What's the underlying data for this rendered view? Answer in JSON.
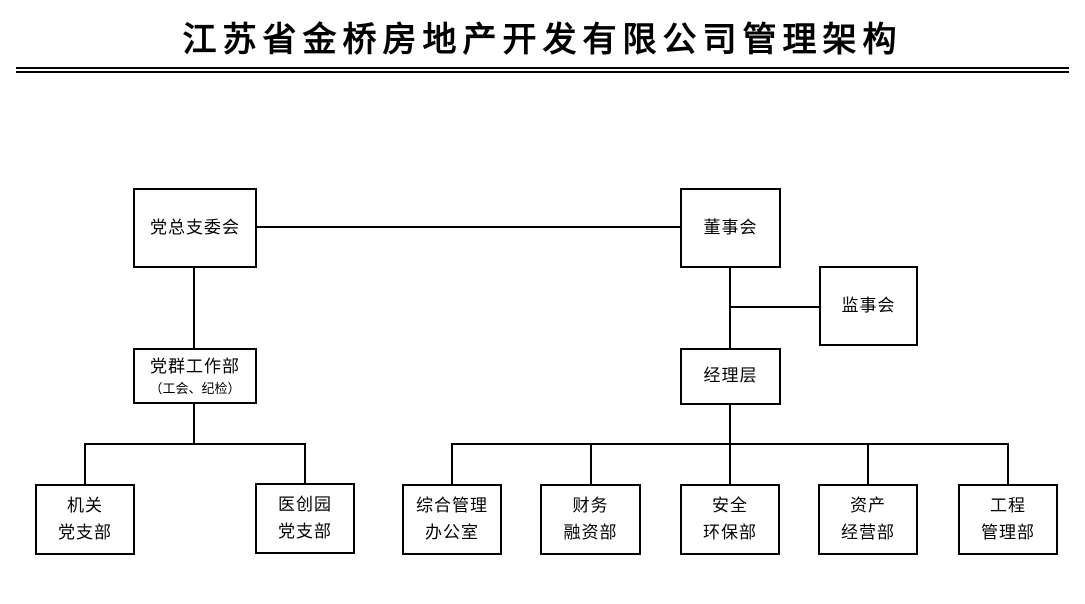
{
  "page": {
    "title": "江苏省金桥房地产开发有限公司管理架构",
    "background_color": "#ffffff",
    "line_color": "#000000",
    "text_color": "#000000"
  },
  "chart": {
    "type": "org-hierarchy-diagram",
    "nodes": {
      "party_committee": {
        "label": "党总支委会"
      },
      "board": {
        "label": "董事会"
      },
      "supervisory": {
        "label": "监事会"
      },
      "party_work_dept": {
        "label": "党群工作部",
        "sublabel": "（工会、纪检）"
      },
      "management": {
        "label": "经理层"
      },
      "jiguan_branch": {
        "lines": [
          "机关",
          "党支部"
        ]
      },
      "yichuangyuan_branch": {
        "lines": [
          "医创园",
          "党支部"
        ]
      },
      "general_office": {
        "lines": [
          "综合管理",
          "办公室"
        ]
      },
      "finance_dept": {
        "lines": [
          "财务",
          "融资部"
        ]
      },
      "safety_dept": {
        "lines": [
          "安全",
          "环保部"
        ]
      },
      "asset_dept": {
        "lines": [
          "资产",
          "经营部"
        ]
      },
      "engineering_dept": {
        "lines": [
          "工程",
          "管理部"
        ]
      }
    },
    "edges": [
      {
        "from": "党总支委会",
        "to": "董事会",
        "style": "lateral"
      },
      {
        "from": "党总支委会",
        "to": "党群工作部（工会、纪检）",
        "style": "vertical"
      },
      {
        "from": "党群工作部（工会、纪检）",
        "to": "机关党支部",
        "style": "vertical"
      },
      {
        "from": "党群工作部（工会、纪检）",
        "to": "医创园党支部",
        "style": "vertical"
      },
      {
        "from": "董事会",
        "to": "监事会",
        "style": "lateral"
      },
      {
        "from": "董事会",
        "to": "经理层",
        "style": "vertical"
      },
      {
        "from": "经理层",
        "to": "综合管理办公室",
        "style": "vertical"
      },
      {
        "from": "经理层",
        "to": "财务融资部",
        "style": "vertical"
      },
      {
        "from": "经理层",
        "to": "安全环保部",
        "style": "vertical"
      },
      {
        "from": "经理层",
        "to": "资产经营部",
        "style": "vertical"
      },
      {
        "from": "经理层",
        "to": "工程管理部",
        "style": "vertical"
      }
    ]
  }
}
